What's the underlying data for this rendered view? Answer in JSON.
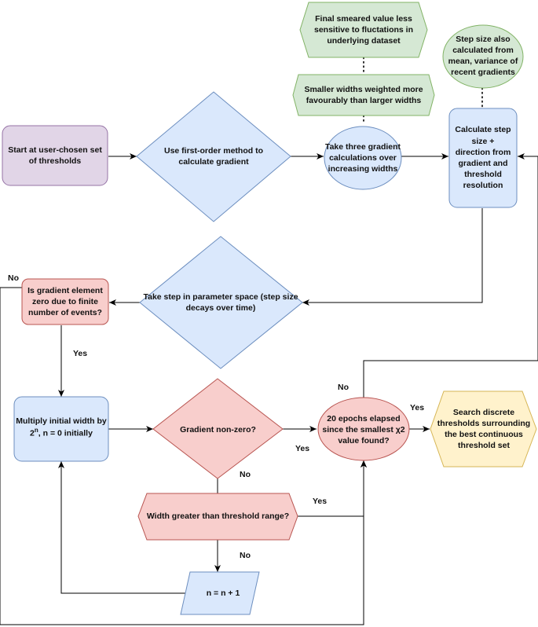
{
  "nodes": {
    "start": "Start at user-chosen set of thresholds",
    "first_order": "Use first-order method to calculate gradient",
    "three_gradient": "Take three gradient calculations over increasing widths",
    "calc_step": "Calculate step size + direction from gradient and threshold resolution",
    "note_smeared": "Final smeared value less sensitive to fluctations in underlying dataset",
    "note_widths": "Smaller widths weighted more favourably than larger widths",
    "note_step": "Step size also calculated from mean, variance of recent gradients",
    "take_step": "Take step in parameter space (step size decays over time)",
    "grad_zero": "Is gradient element zero due to finite number of events?",
    "multiply_prefix": "Multiply initial width by",
    "multiply_base": "2",
    "multiply_exp": "n",
    "multiply_suffix": ", n = 0 initially",
    "grad_nonzero": "Gradient non-zero?",
    "epochs": "20 epochs elapsed since the smallest χ2 value found?",
    "search": "Search discrete thresholds surrounding the best continuous threshold set",
    "width_greater": "Width greater than threshold range?",
    "n_increment": "n = n + 1"
  },
  "edge_labels": {
    "grad_zero_no": "No",
    "grad_zero_yes": "Yes",
    "epochs_no": "No",
    "epochs_yes": "Yes",
    "nonzero_yes": "Yes",
    "nonzero_no": "No",
    "width_yes": "Yes",
    "width_no": "No"
  },
  "colors": {
    "purple_fill": "#e1d5e7",
    "purple_stroke": "#9673a6",
    "blue_fill": "#dae8fc",
    "blue_stroke": "#6c8ebf",
    "green_fill": "#d5e8d4",
    "green_stroke": "#82b366",
    "red_fill": "#f8cecc",
    "red_stroke": "#b85450",
    "yellow_fill": "#fff2cc",
    "yellow_stroke": "#d6b656",
    "edge": "#000000"
  }
}
